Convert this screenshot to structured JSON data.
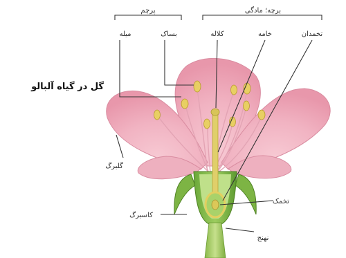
{
  "title": "گل در گیاه آلبالو",
  "groups": {
    "stamen": "پرچم",
    "pistil": "برچه؛ مادگی"
  },
  "labels": {
    "filament": "میله",
    "anther": "بساک",
    "stigma": "کلاله",
    "style": "خامه",
    "ovary": "تخمدان",
    "petal": "گلبرگ",
    "sepal": "کاسبرگ",
    "ovule": "تخمک",
    "receptacle": "نهنج"
  }
}
